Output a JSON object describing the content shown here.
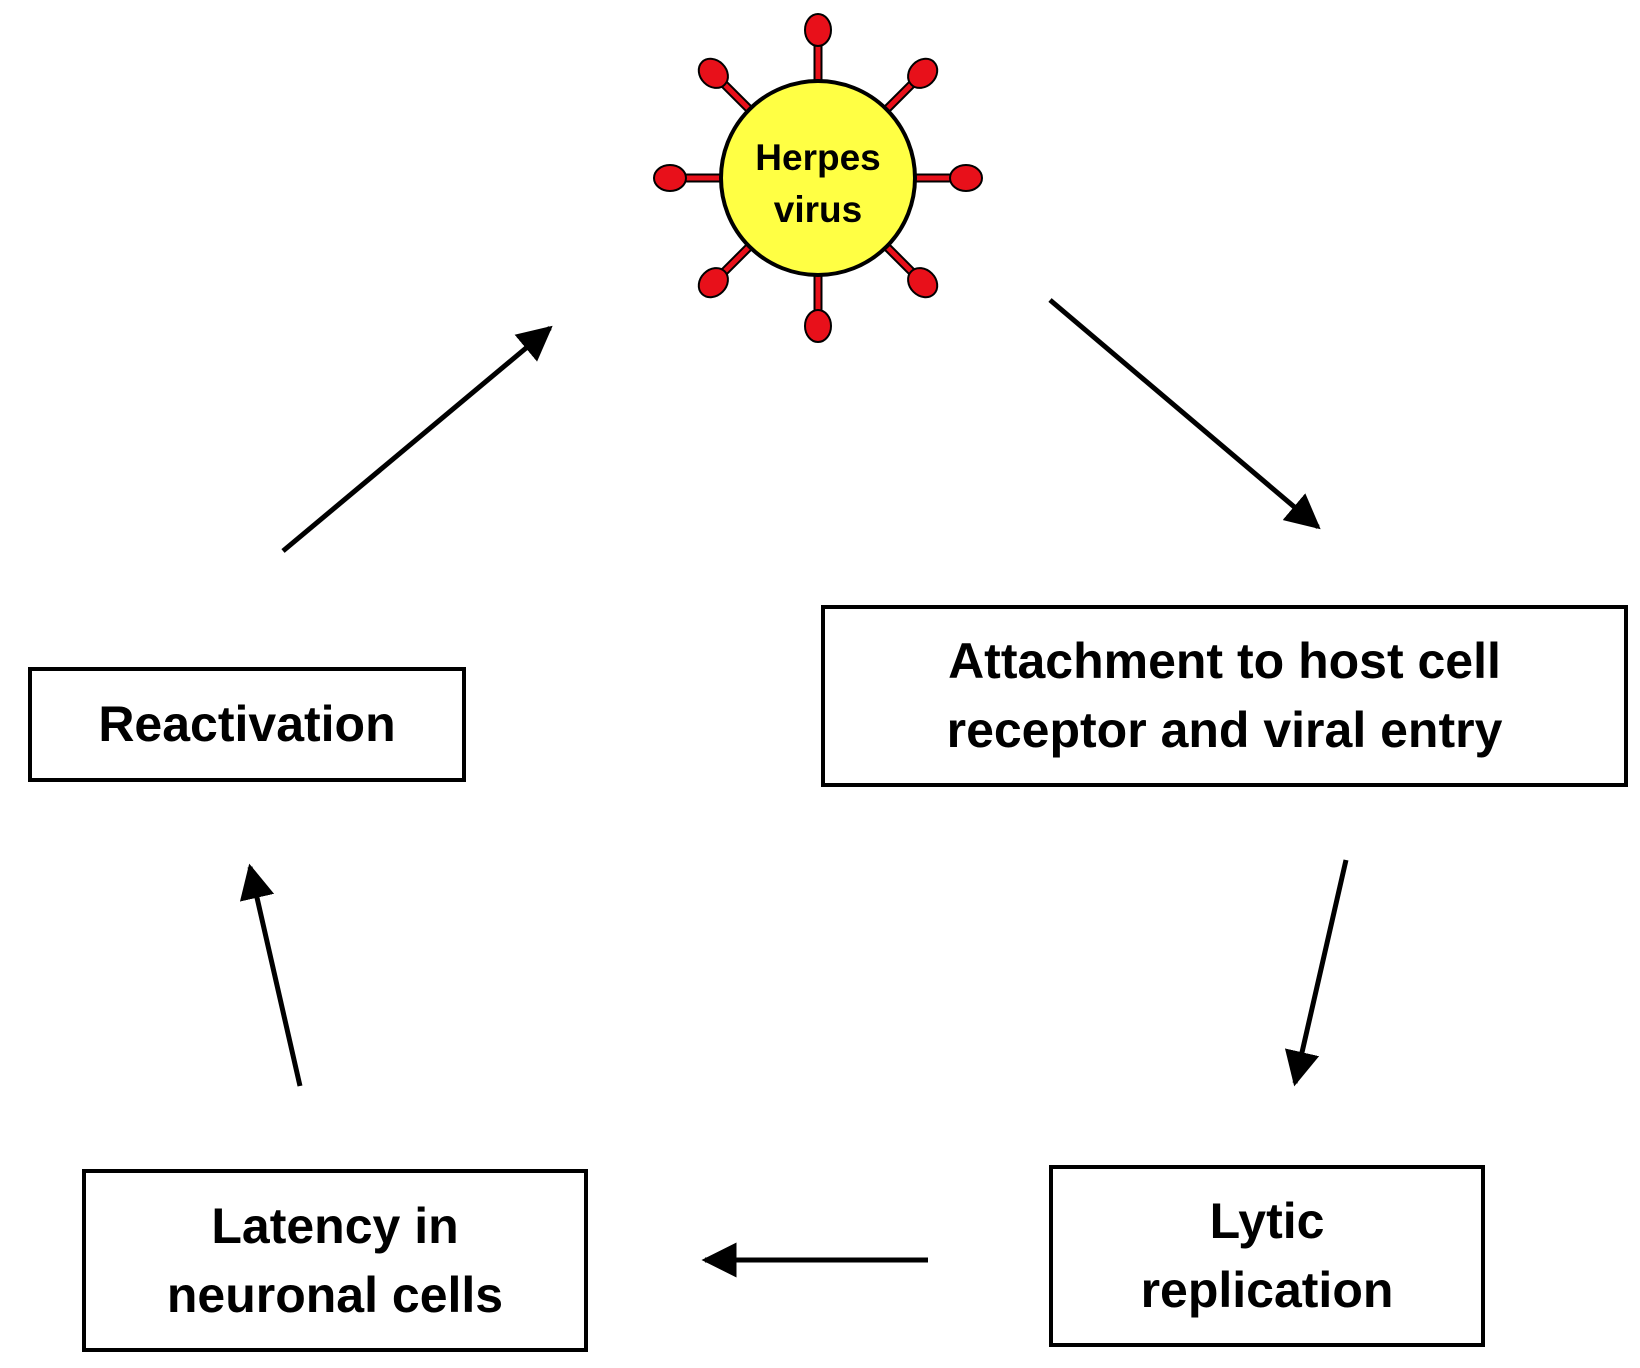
{
  "virus": {
    "line1": "Herpes",
    "line2": "virus",
    "body_color": "#ffff44",
    "spike_color": "#e8101a"
  },
  "steps": {
    "attachment": {
      "line1": "Attachment to host cell",
      "line2": "receptor and viral entry"
    },
    "lytic": {
      "line1": "Lytic",
      "line2": "replication"
    },
    "latency": {
      "line1": "Latency in",
      "line2": "neuronal cells"
    },
    "reactivation": {
      "line1": "Reactivation"
    }
  },
  "edges": [
    {
      "from": "virus",
      "to": "attachment"
    },
    {
      "from": "attachment",
      "to": "lytic"
    },
    {
      "from": "lytic",
      "to": "latency"
    },
    {
      "from": "latency",
      "to": "reactivation"
    },
    {
      "from": "reactivation",
      "to": "virus"
    }
  ]
}
